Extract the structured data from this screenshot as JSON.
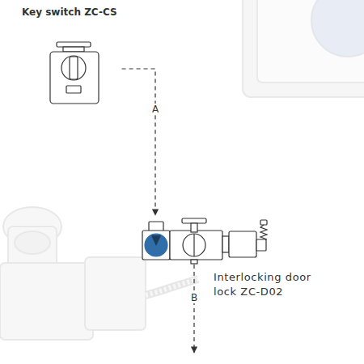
{
  "diagram": {
    "nodes": [
      {
        "text": [
          "Key switch ZC-CS"
        ]
      },
      {
        "text": [
          "Interlocking door lock ZC-D02"
        ]
      }
    ],
    "edges": [
      {
        "from": 0,
        "to": 1,
        "arrow": "to",
        "label": "A"
      }
    ],
    "labels": [
      "B"
    ]
  }
}
